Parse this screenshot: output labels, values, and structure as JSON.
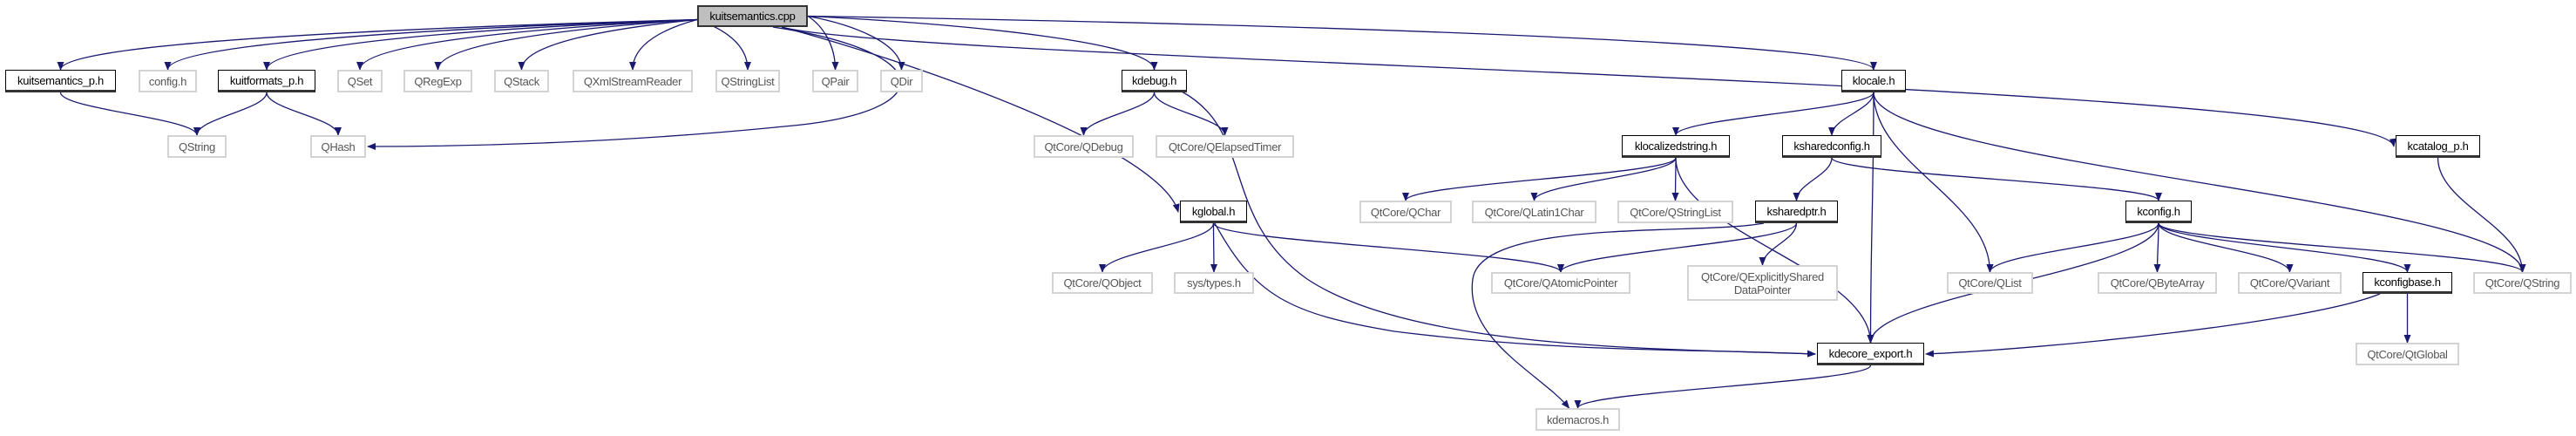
{
  "graph": {
    "edge_color": "#191970",
    "nodes": {
      "cpp": {
        "label": "kuitsemantics.cpp",
        "kind": "root"
      },
      "kuitsem_p": {
        "label": "kuitsemantics_p.h",
        "kind": "doc"
      },
      "config": {
        "label": "config.h",
        "kind": "undoc"
      },
      "kuitformats_p": {
        "label": "kuitformats_p.h",
        "kind": "doc"
      },
      "qset": {
        "label": "QSet",
        "kind": "undoc"
      },
      "qregexp": {
        "label": "QRegExp",
        "kind": "undoc"
      },
      "qstack": {
        "label": "QStack",
        "kind": "undoc"
      },
      "qxml": {
        "label": "QXmlStreamReader",
        "kind": "undoc"
      },
      "qstringlist": {
        "label": "QStringList",
        "kind": "undoc"
      },
      "qpair": {
        "label": "QPair",
        "kind": "undoc"
      },
      "qdir": {
        "label": "QDir",
        "kind": "undoc"
      },
      "qstring": {
        "label": "QString",
        "kind": "undoc"
      },
      "qhash": {
        "label": "QHash",
        "kind": "undoc"
      },
      "kdebug": {
        "label": "kdebug.h",
        "kind": "doc"
      },
      "qdebug": {
        "label": "QtCore/QDebug",
        "kind": "undoc"
      },
      "qelapsed": {
        "label": "QtCore/QElapsedTimer",
        "kind": "undoc"
      },
      "klocale": {
        "label": "klocale.h",
        "kind": "doc"
      },
      "klocstr": {
        "label": "klocalizedstring.h",
        "kind": "doc"
      },
      "ksharedconfig": {
        "label": "ksharedconfig.h",
        "kind": "doc"
      },
      "kcatalog": {
        "label": "kcatalog_p.h",
        "kind": "doc"
      },
      "kglobal": {
        "label": "kglobal.h",
        "kind": "doc"
      },
      "qchar": {
        "label": "QtCore/QChar",
        "kind": "undoc"
      },
      "qlatin1": {
        "label": "QtCore/QLatin1Char",
        "kind": "undoc"
      },
      "qcstringlist": {
        "label": "QtCore/QStringList",
        "kind": "undoc"
      },
      "ksharedptr": {
        "label": "ksharedptr.h",
        "kind": "doc"
      },
      "kconfig": {
        "label": "kconfig.h",
        "kind": "doc"
      },
      "qobject": {
        "label": "QtCore/QObject",
        "kind": "undoc"
      },
      "systypes": {
        "label": "sys/types.h",
        "kind": "undoc"
      },
      "qatomic": {
        "label": "QtCore/QAtomicPointer",
        "kind": "undoc"
      },
      "qexplicit": {
        "label": "QtCore/QExplicitlyShared\nDataPointer",
        "kind": "undoc"
      },
      "qlist": {
        "label": "QtCore/QList",
        "kind": "undoc"
      },
      "qbytearray": {
        "label": "QtCore/QByteArray",
        "kind": "undoc"
      },
      "qvariant": {
        "label": "QtCore/QVariant",
        "kind": "undoc"
      },
      "kconfigbase": {
        "label": "kconfigbase.h",
        "kind": "doc"
      },
      "qcstring": {
        "label": "QtCore/QString",
        "kind": "undoc"
      },
      "kdecore_export": {
        "label": "kdecore_export.h",
        "kind": "doc"
      },
      "qtglobal": {
        "label": "QtCore/QtGlobal",
        "kind": "undoc"
      },
      "kdemacros": {
        "label": "kdemacros.h",
        "kind": "undoc"
      }
    },
    "edges": [
      [
        "cpp",
        "kuitsem_p"
      ],
      [
        "cpp",
        "config"
      ],
      [
        "cpp",
        "kuitformats_p"
      ],
      [
        "cpp",
        "qset"
      ],
      [
        "cpp",
        "qregexp"
      ],
      [
        "cpp",
        "qstack"
      ],
      [
        "cpp",
        "qxml"
      ],
      [
        "cpp",
        "qstringlist"
      ],
      [
        "cpp",
        "qpair"
      ],
      [
        "cpp",
        "qdir"
      ],
      [
        "cpp",
        "qhash"
      ],
      [
        "cpp",
        "kdebug"
      ],
      [
        "cpp",
        "kglobal"
      ],
      [
        "cpp",
        "klocale"
      ],
      [
        "cpp",
        "kcatalog"
      ],
      [
        "kuitsem_p",
        "qstring"
      ],
      [
        "kuitformats_p",
        "qstring"
      ],
      [
        "kuitformats_p",
        "qhash"
      ],
      [
        "kdebug",
        "qdebug"
      ],
      [
        "kdebug",
        "qelapsed"
      ],
      [
        "kdebug",
        "kdecore_export"
      ],
      [
        "klocale",
        "klocstr"
      ],
      [
        "klocale",
        "ksharedconfig"
      ],
      [
        "klocale",
        "kdecore_export"
      ],
      [
        "klocale",
        "qlist"
      ],
      [
        "klocale",
        "qcstring"
      ],
      [
        "kcatalog",
        "qcstring"
      ],
      [
        "klocstr",
        "qchar"
      ],
      [
        "klocstr",
        "qlatin1"
      ],
      [
        "klocstr",
        "qcstringlist"
      ],
      [
        "klocstr",
        "kdecore_export"
      ],
      [
        "ksharedconfig",
        "ksharedptr"
      ],
      [
        "ksharedconfig",
        "kconfig"
      ],
      [
        "kglobal",
        "qobject"
      ],
      [
        "kglobal",
        "systypes"
      ],
      [
        "kglobal",
        "qatomic"
      ],
      [
        "kglobal",
        "kdecore_export"
      ],
      [
        "ksharedptr",
        "kdemacros"
      ],
      [
        "ksharedptr",
        "qatomic"
      ],
      [
        "ksharedptr",
        "qexplicit"
      ],
      [
        "kconfig",
        "qlist"
      ],
      [
        "kconfig",
        "qbytearray"
      ],
      [
        "kconfig",
        "qvariant"
      ],
      [
        "kconfig",
        "kconfigbase"
      ],
      [
        "kconfig",
        "qcstring"
      ],
      [
        "kconfig",
        "kdecore_export"
      ],
      [
        "kconfigbase",
        "kdecore_export"
      ],
      [
        "kconfigbase",
        "qtglobal"
      ],
      [
        "kdecore_export",
        "kdemacros"
      ]
    ]
  }
}
